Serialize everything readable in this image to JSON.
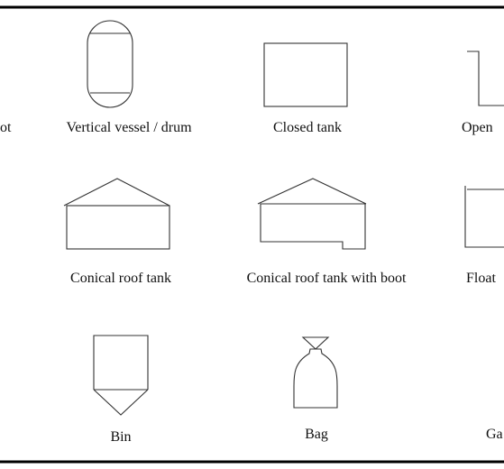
{
  "labels": {
    "row1": [
      "ot",
      "Vertical vessel / drum",
      "Closed tank",
      "Open"
    ],
    "row2": [
      "Conical roof tank",
      "Conical roof tank with boot",
      "Float"
    ],
    "row3": [
      "Bin",
      "Bag",
      "Ga"
    ]
  },
  "symbols": [
    "vertical-vessel-drum",
    "closed-tank",
    "open-tank-partial",
    "conical-roof-tank",
    "conical-roof-tank-with-boot",
    "floating-roof-tank-partial",
    "bin",
    "bag"
  ],
  "colors": {
    "frame": "#000000",
    "stroke": "#333333",
    "text": "#111111",
    "background": "#ffffff"
  }
}
